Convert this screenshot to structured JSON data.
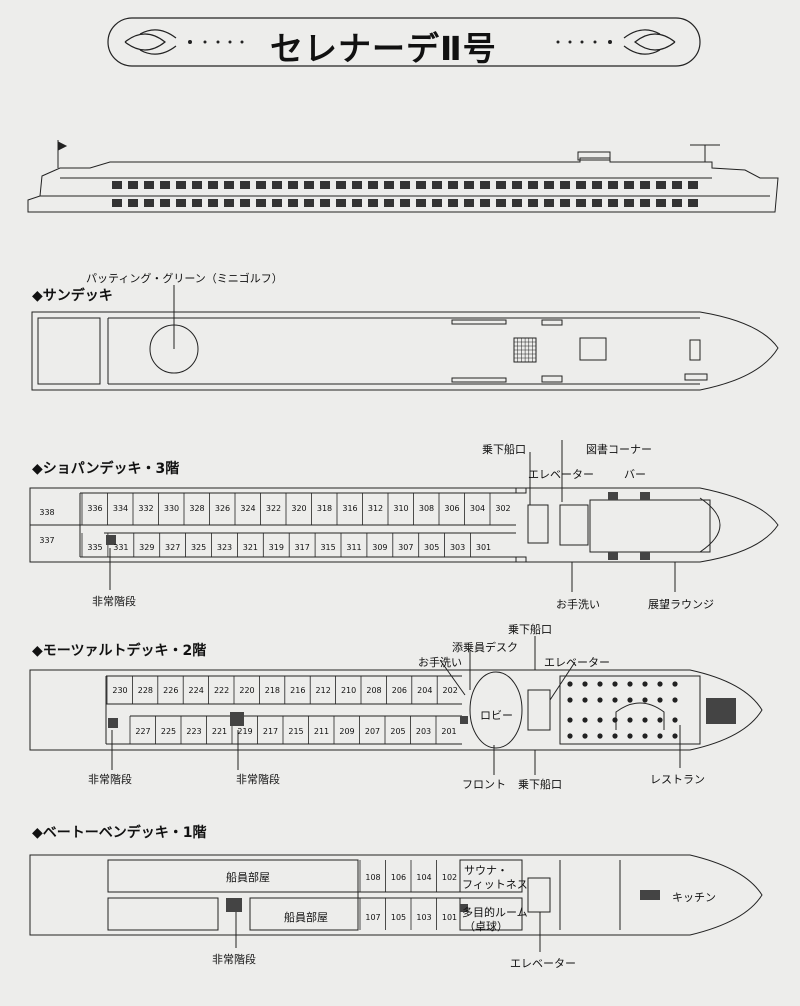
{
  "title": "セレナーデⅡ号",
  "sections": {
    "sun": "◆サンデッキ",
    "chopin": "◆ショパンデッキ・3階",
    "mozart": "◆モーツァルトデッキ・2階",
    "beethoven": "◆ベートーベンデッキ・1階"
  },
  "labels": {
    "putting": "パッティング・グリーン（ミニゴルフ）",
    "gangway": "乗下船口",
    "elevator": "エレベーター",
    "library": "図書コーナー",
    "bar": "バー",
    "emergency_stairs": "非常階段",
    "restroom": "お手洗い",
    "lounge": "展望ラウンジ",
    "tour_desk": "添乗員デスク",
    "lobby": "ロビー",
    "front": "フロント",
    "restaurant": "レストラン",
    "crew_room": "船員部屋",
    "sauna": "サウナ・",
    "fitness": "フィットネス",
    "multi_room": "多目的ルーム",
    "billiards": "（卓球）",
    "kitchen": "キッチン"
  },
  "rooms": {
    "deck3_top": [
      "336",
      "334",
      "332",
      "330",
      "328",
      "326",
      "324",
      "322",
      "320",
      "318",
      "316",
      "312",
      "310",
      "308",
      "306",
      "304",
      "302"
    ],
    "deck3_bottom": [
      "335",
      "331",
      "329",
      "327",
      "325",
      "323",
      "321",
      "319",
      "317",
      "315",
      "311",
      "309",
      "307",
      "305",
      "303",
      "301"
    ],
    "deck3_suites": [
      "338",
      "337"
    ],
    "deck2_top": [
      "230",
      "228",
      "226",
      "224",
      "222",
      "220",
      "218",
      "216",
      "212",
      "210",
      "208",
      "206",
      "204",
      "202"
    ],
    "deck2_bottom": [
      "227",
      "225",
      "223",
      "221",
      "219",
      "217",
      "215",
      "211",
      "209",
      "207",
      "205",
      "203",
      "201"
    ],
    "deck1_top": [
      "108",
      "106",
      "104",
      "102"
    ],
    "deck1_bottom": [
      "107",
      "105",
      "103",
      "101"
    ]
  }
}
